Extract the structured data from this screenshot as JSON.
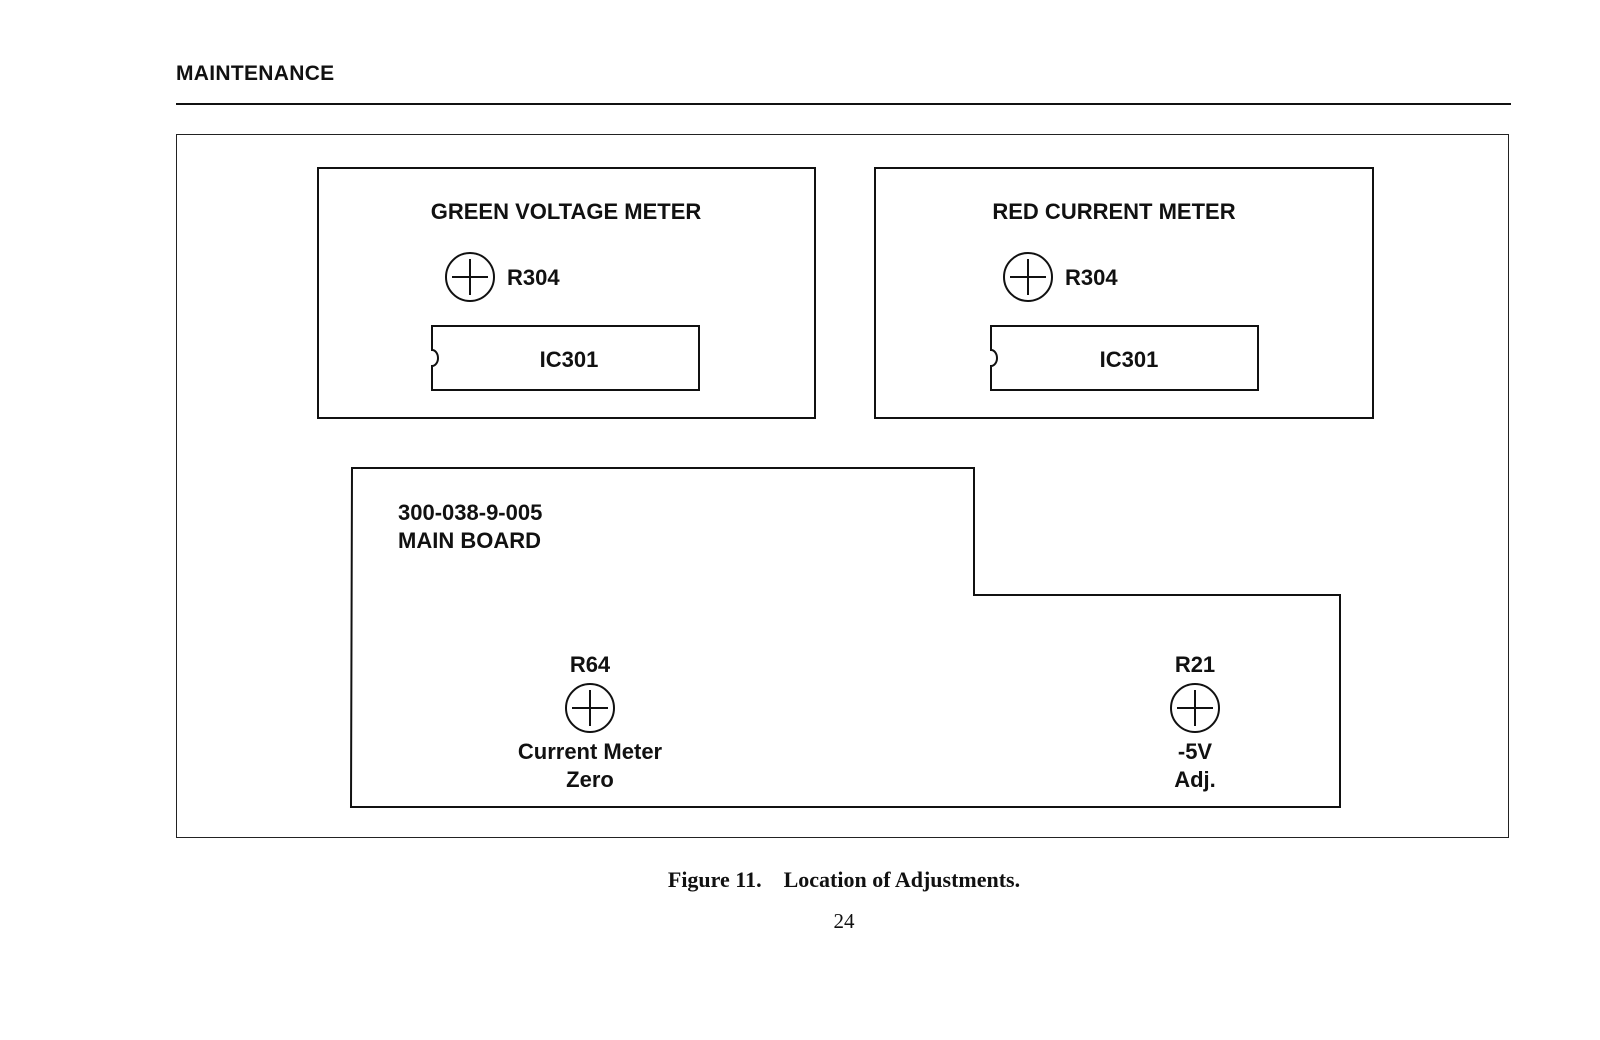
{
  "header": {
    "section_title": "MAINTENANCE"
  },
  "diagram": {
    "green_meter": {
      "title": "GREEN VOLTAGE METER",
      "pot_label": "R304",
      "ic_label": "IC301"
    },
    "red_meter": {
      "title": "RED CURRENT METER",
      "pot_label": "R304",
      "ic_label": "IC301"
    },
    "main_board": {
      "part_number": "300-038-9-005",
      "name": "MAIN BOARD",
      "r64": {
        "label": "R64",
        "desc_line1": "Current Meter",
        "desc_line2": "Zero"
      },
      "r21": {
        "label": "R21",
        "desc_line1": "-5V",
        "desc_line2": "Adj."
      }
    }
  },
  "caption": {
    "figure_number": "Figure 11.",
    "figure_title": "Location of Adjustments."
  },
  "page_number": "24"
}
